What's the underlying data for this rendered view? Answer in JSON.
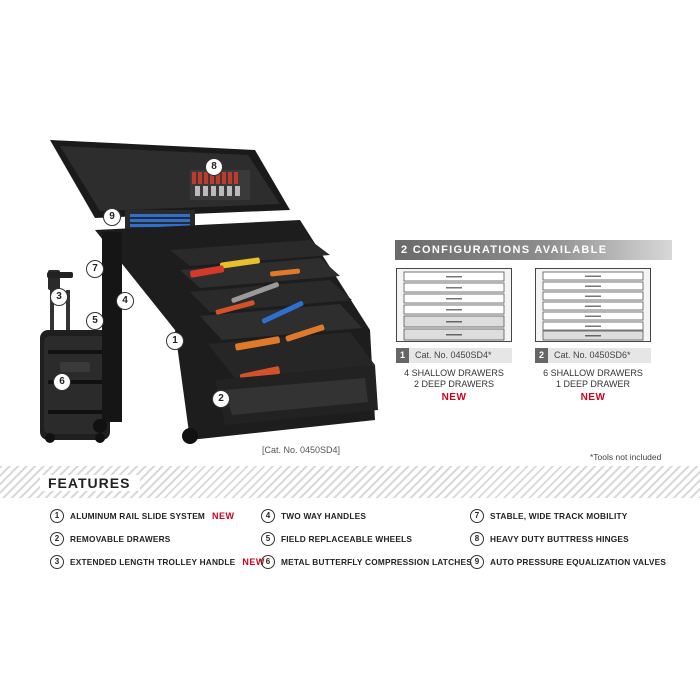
{
  "product": {
    "callouts": [
      "1",
      "2",
      "3",
      "4",
      "5",
      "6",
      "7",
      "8",
      "9"
    ],
    "catalog_number": "[Cat. No. 0450SD4]"
  },
  "configurations": {
    "title": "2 CONFIGURATIONS AVAILABLE",
    "options": [
      {
        "number": "1",
        "catalog": "Cat. No. 0450SD4*",
        "line1": "4 SHALLOW DRAWERS",
        "line2": "2 DEEP DRAWERS",
        "badge": "NEW",
        "shallow_drawers": 4,
        "deep_drawers": 2
      },
      {
        "number": "2",
        "catalog": "Cat. No. 0450SD6*",
        "line1": "6 SHALLOW DRAWERS",
        "line2": "1 DEEP DRAWER",
        "badge": "NEW",
        "shallow_drawers": 6,
        "deep_drawers": 1
      }
    ],
    "footnote": "*Tools not included"
  },
  "features": {
    "title": "FEATURES",
    "items": [
      {
        "number": "1",
        "label": "ALUMINUM RAIL SLIDE SYSTEM",
        "badge": "NEW"
      },
      {
        "number": "2",
        "label": "REMOVABLE DRAWERS",
        "badge": ""
      },
      {
        "number": "3",
        "label": "EXTENDED LENGTH TROLLEY HANDLE",
        "badge": "NEW"
      },
      {
        "number": "4",
        "label": "TWO WAY HANDLES",
        "badge": ""
      },
      {
        "number": "5",
        "label": "FIELD REPLACEABLE WHEELS",
        "badge": ""
      },
      {
        "number": "6",
        "label": "METAL BUTTERFLY COMPRESSION LATCHES",
        "badge": ""
      },
      {
        "number": "7",
        "label": "STABLE, WIDE TRACK MOBILITY",
        "badge": ""
      },
      {
        "number": "8",
        "label": "HEAVY DUTY BUTTRESS HINGES",
        "badge": ""
      },
      {
        "number": "9",
        "label": "AUTO PRESSURE EQUALIZATION VALVES",
        "badge": ""
      }
    ]
  },
  "colors": {
    "accent_red": "#d0021b",
    "case_black": "#1d1d1d",
    "header_grey": "#7a7a7a"
  }
}
